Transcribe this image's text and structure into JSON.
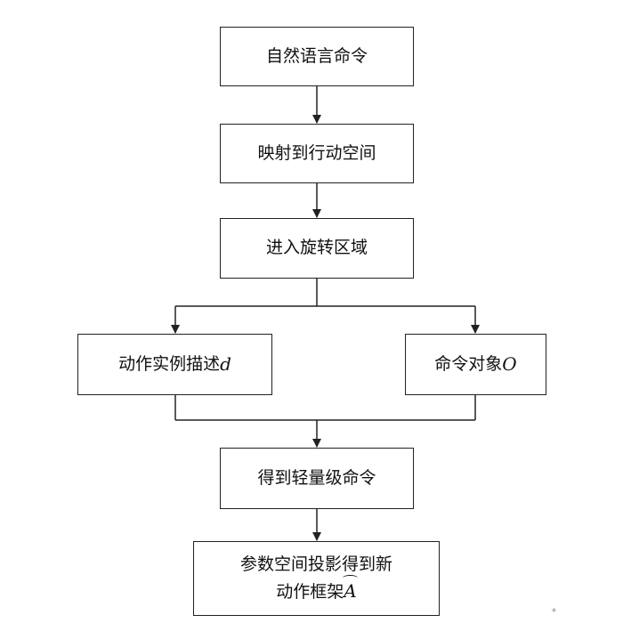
{
  "nodes": [
    {
      "id": "box-1",
      "text": "自然语言命令"
    },
    {
      "id": "box-2",
      "text": "映射到行动空间"
    },
    {
      "id": "box-3",
      "text": "进入旋转区域"
    },
    {
      "id": "box-4",
      "text": "动作实例描述",
      "var": "d"
    },
    {
      "id": "box-5",
      "text": "命令对象",
      "var": "O"
    },
    {
      "id": "box-6",
      "text": "得到轻量级命令"
    },
    {
      "id": "box-7",
      "line1": "参数空间投影得到新",
      "line2": "动作框架",
      "var": "A"
    }
  ],
  "line_color": "#222222"
}
